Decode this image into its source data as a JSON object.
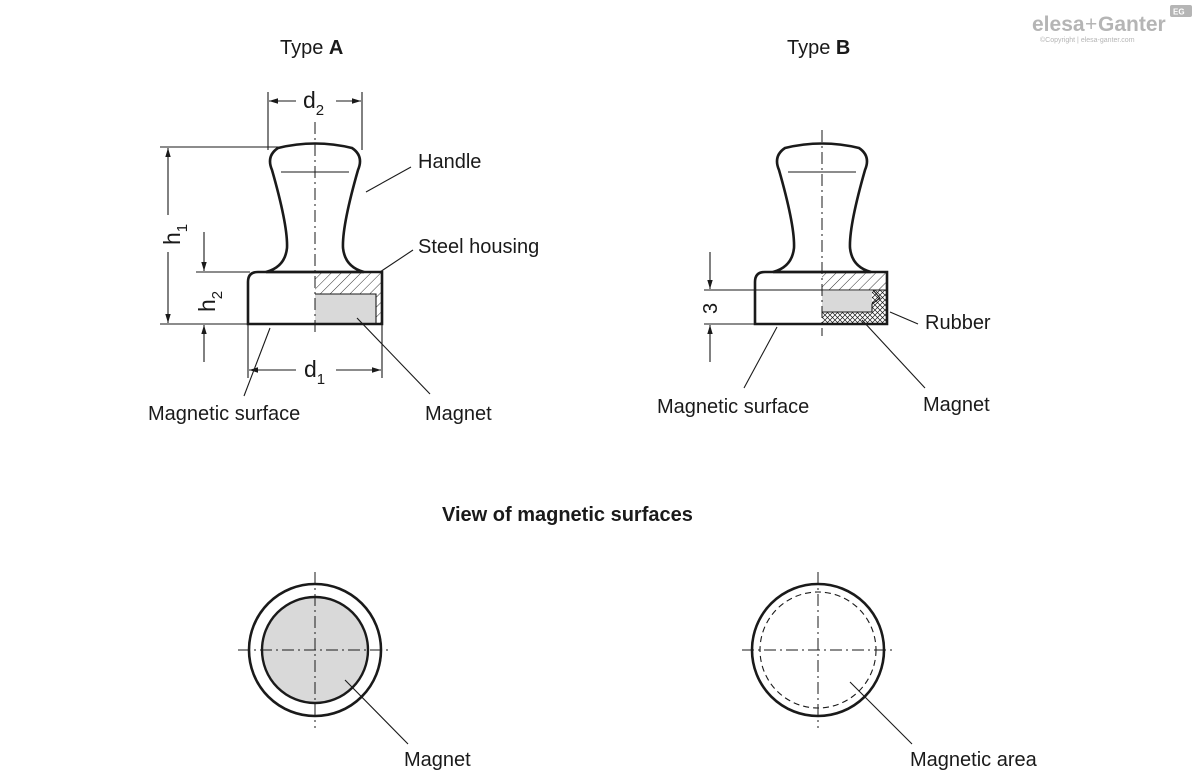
{
  "brand": {
    "logo_text": "elesa",
    "logo_plus": "+",
    "logo_text2": "Ganter",
    "badge": "EG",
    "copyright": "©Copyright | elesa-ganter.com"
  },
  "type_a": {
    "title_prefix": "Type ",
    "title_letter": "A",
    "dim_d2": "d",
    "dim_d2_sub": "2",
    "dim_h1": "h",
    "dim_h1_sub": "1",
    "dim_h2": "h",
    "dim_h2_sub": "2",
    "dim_d1": "d",
    "dim_d1_sub": "1",
    "label_handle": "Handle",
    "label_steel_housing": "Steel housing",
    "label_magnetic_surface": "Magnetic surface",
    "label_magnet": "Magnet"
  },
  "type_b": {
    "title_prefix": "Type ",
    "title_letter": "B",
    "dim_3": "3",
    "label_rubber": "Rubber",
    "label_magnetic_surface": "Magnetic surface",
    "label_magnet": "Magnet"
  },
  "view": {
    "heading": "View of magnetic surfaces",
    "left_label": "Magnet",
    "right_label": "Magnetic area"
  }
}
